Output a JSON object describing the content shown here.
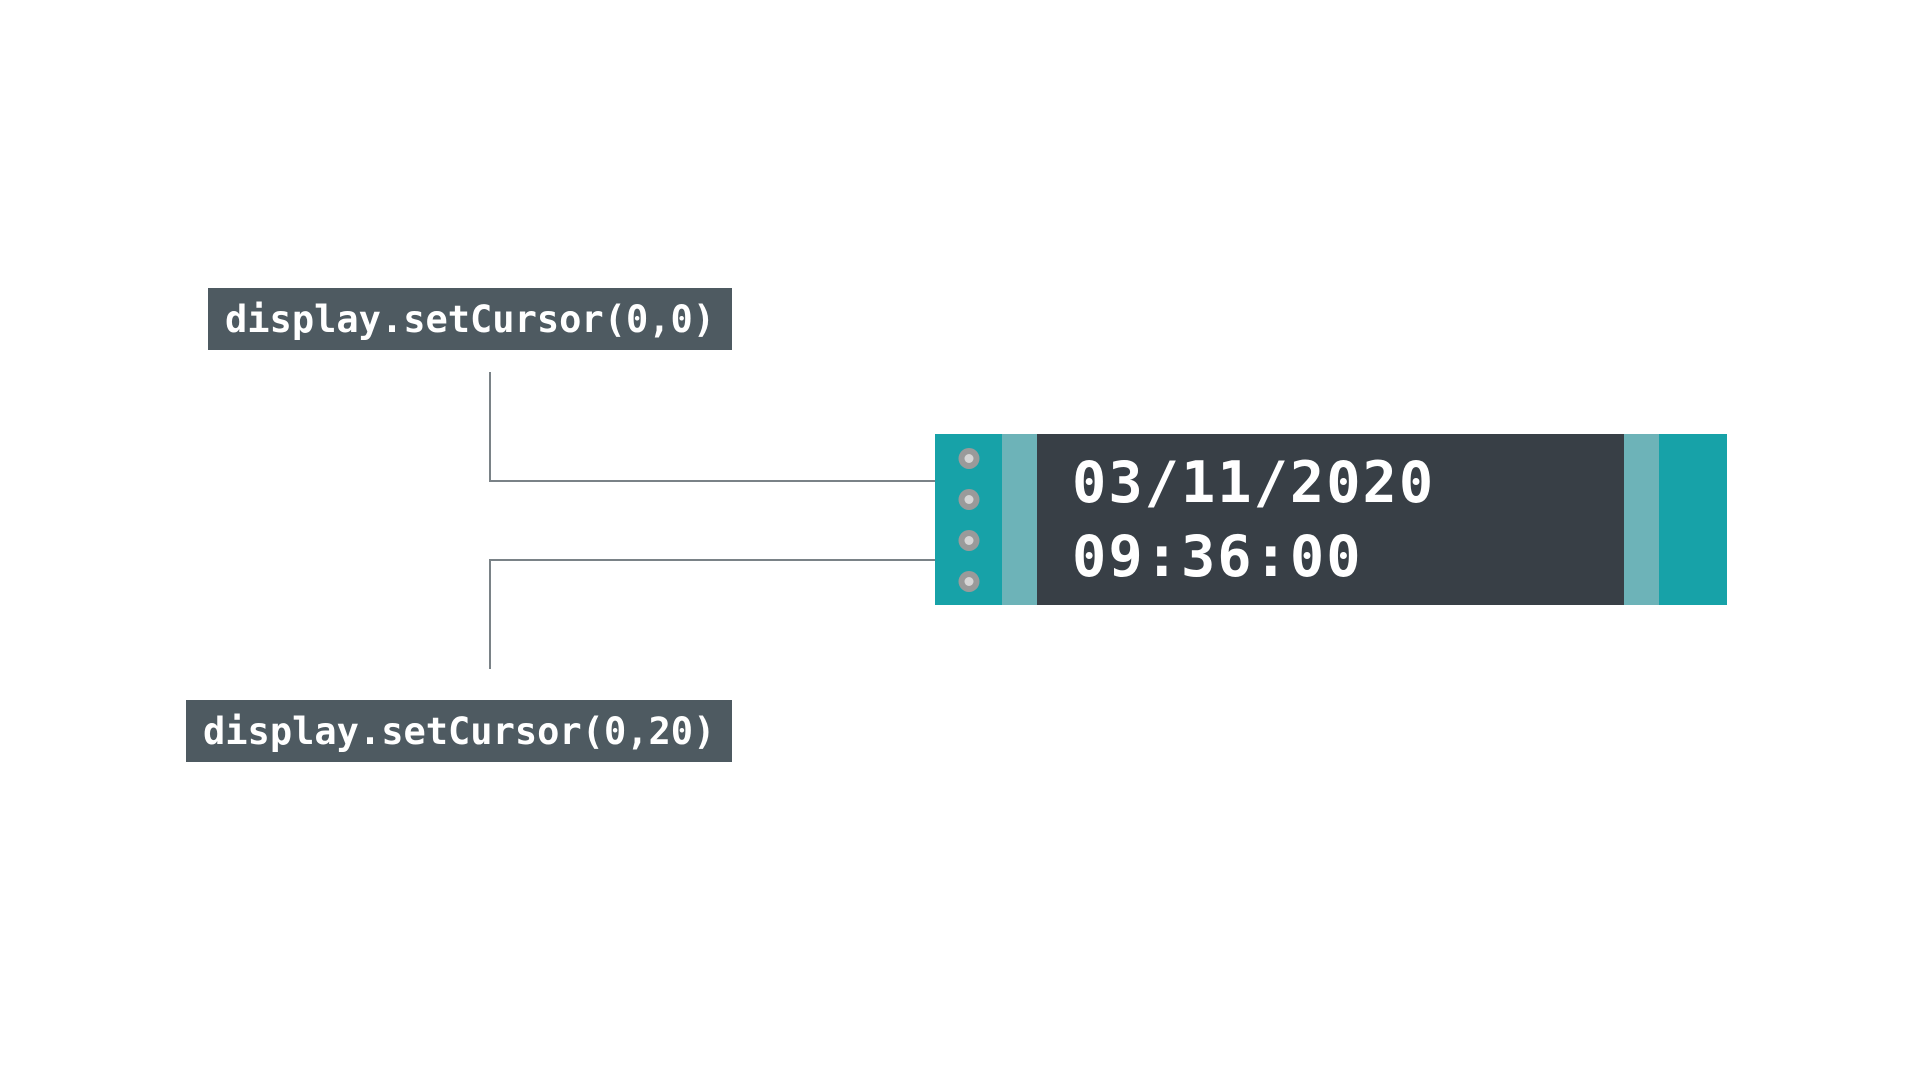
{
  "diagram": {
    "title": "LCD display setCursor annotation",
    "background_color": "#ffffff"
  },
  "annotations": [
    {
      "id": "cursor-origin",
      "label": "display.setCursor(0,0)",
      "target_line": 1,
      "background_color": "#4E5A61",
      "text_color": "#ffffff"
    },
    {
      "id": "cursor-second-line",
      "label": "display.setCursor(0,20)",
      "target_line": 2,
      "background_color": "#4E5A61",
      "text_color": "#ffffff"
    }
  ],
  "leader_lines": {
    "color": "#7A8287"
  },
  "display": {
    "name": "lcd-display-module",
    "bezel_color": "#17A2A8",
    "bezel_inner_color": "#6DB3B8",
    "screen_color": "#383F46",
    "text_color": "#ffffff",
    "screws": [
      "screw-1",
      "screw-2",
      "screw-3",
      "screw-4"
    ],
    "screen_lines": [
      "03/11/2020",
      "09:36:00"
    ],
    "date": "03/11/2020",
    "time": "09:36:00"
  }
}
